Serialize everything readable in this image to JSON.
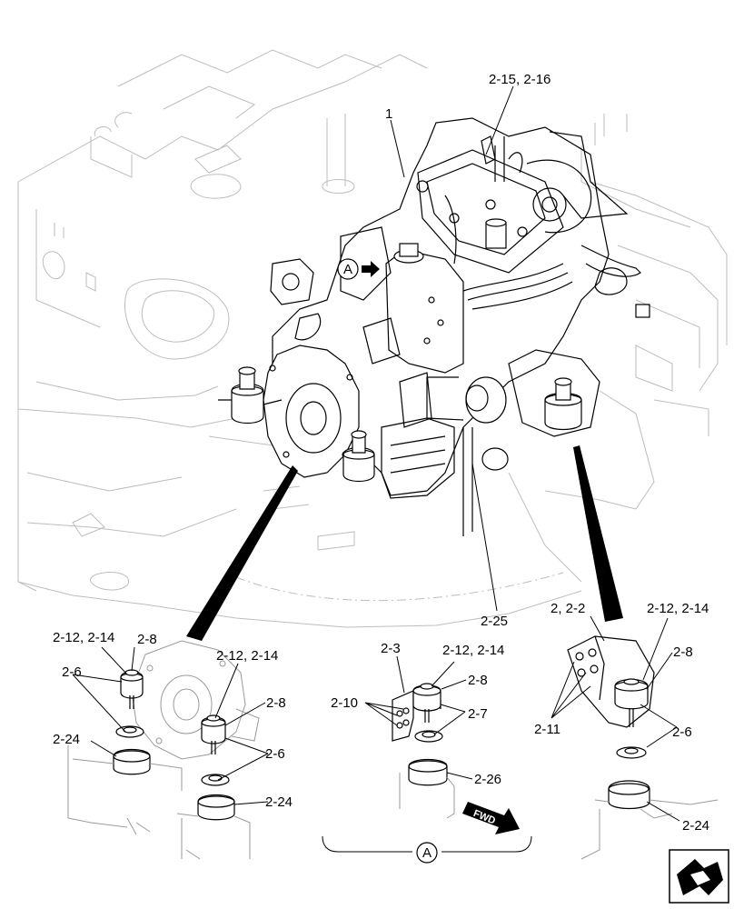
{
  "callouts": {
    "c1": "1",
    "c215": "2-15, 2-16",
    "c225": "2-25",
    "c22": "2, 2-2",
    "c212_r": "2-12, 2-14",
    "c28_r": "2-8",
    "c211": "2-11",
    "c26_r": "2-6",
    "c224_r": "2-24",
    "c23": "2-3",
    "c212_m": "2-12, 2-14",
    "c28_m": "2-8",
    "c210": "2-10",
    "c27": "2-7",
    "c226": "2-26",
    "c212_l1": "2-12, 2-14",
    "c28_l1": "2-8",
    "c26_l1": "2-6",
    "c212_l2": "2-12, 2-14",
    "c28_l2": "2-8",
    "c224_l1": "2-24",
    "c26_l2": "2-6",
    "c224_l2": "2-24"
  },
  "view_marker": {
    "letter": "A"
  },
  "section_label": {
    "letter": "A"
  },
  "fwd": {
    "label": "FWD"
  },
  "icons": [
    "view-arrow-icon",
    "fwd-arrow-icon",
    "page-turn-icon"
  ],
  "colors": {
    "ink": "#000000",
    "background_lines": "#bdbdbd"
  }
}
